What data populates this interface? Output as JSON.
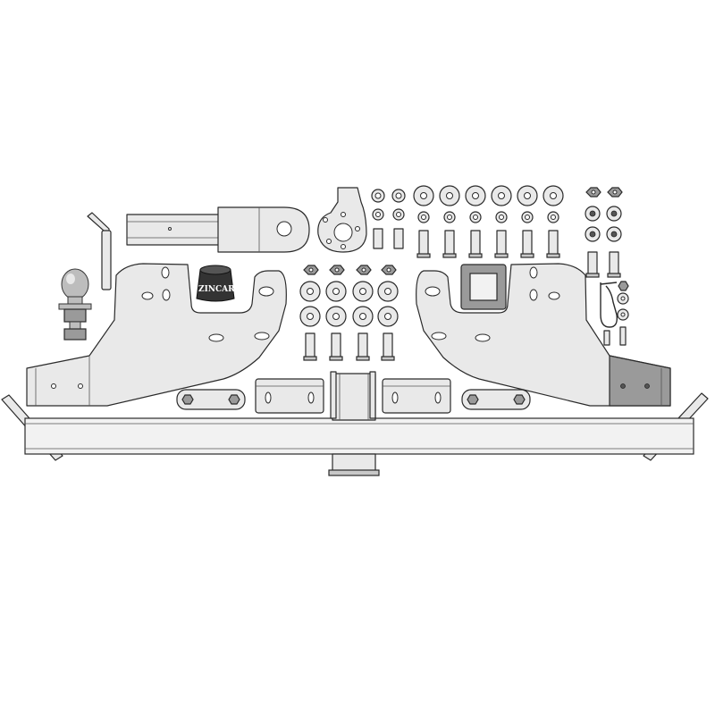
{
  "diagram": {
    "type": "exploded-parts-view",
    "background": "#ffffff",
    "colors": {
      "part_fill": "#e9e9e9",
      "outline": "#2a2a2a",
      "dark_part": "#9a9a9a",
      "connector_body": "#333333"
    },
    "logo": {
      "text": "ZINCAR"
    },
    "parts": [
      {
        "name": "tow-bar-beam",
        "icon": "beam-icon"
      },
      {
        "name": "receiver-tube",
        "icon": "tube-icon"
      },
      {
        "name": "left-side-bracket",
        "icon": "bracket-icon"
      },
      {
        "name": "right-side-bracket",
        "icon": "bracket-icon"
      },
      {
        "name": "tow-ball",
        "icon": "tow-ball-icon"
      },
      {
        "name": "ball-mount-tongue",
        "icon": "tongue-icon"
      },
      {
        "name": "hitch-pin",
        "icon": "pin-icon"
      },
      {
        "name": "electrical-socket-plate",
        "icon": "socket-plate-icon"
      },
      {
        "name": "wiring-connector",
        "icon": "connector-icon"
      },
      {
        "name": "spacer-plates",
        "icon": "plate-icon"
      },
      {
        "name": "channel-brackets",
        "icon": "channel-icon"
      },
      {
        "name": "bolts-nuts-washers",
        "icon": "fastener-icon"
      },
      {
        "name": "r-clip",
        "icon": "clip-icon"
      }
    ]
  }
}
